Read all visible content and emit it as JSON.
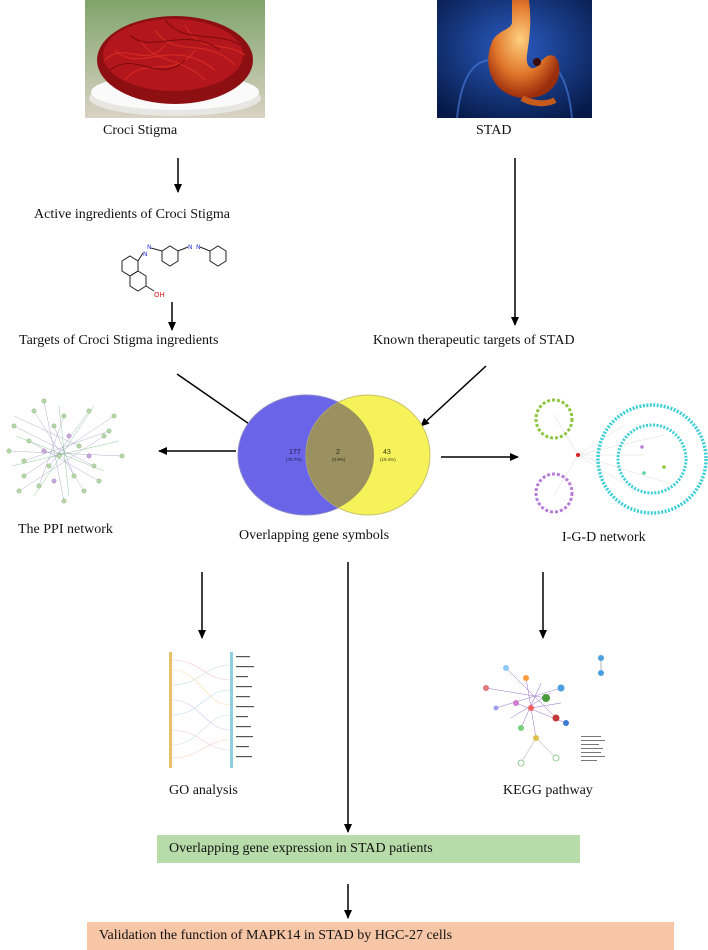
{
  "nodes": {
    "croci_stigma": "Croci Stigma",
    "stad": "STAD",
    "active_ingredients": "Active ingredients of Croci Stigma",
    "targets_ingredients": "Targets of Croci Stigma ingredients",
    "known_targets": "Known therapeutic targets of STAD",
    "ppi_network": "The PPI network",
    "overlapping_symbols": "Overlapping gene symbols",
    "igd_network": "I-G-D network",
    "go_analysis": "GO analysis",
    "kegg_pathway": "KEGG pathway",
    "expression_box": "Overlapping gene expression in STAD patients",
    "validation_box": "Validation the function of MAPK14 in STAD by HGC-27 cells"
  },
  "venn": {
    "left_count": "177",
    "left_pct": "(79.7%)",
    "overlap_count": "2",
    "overlap_pct": "(0.9%)",
    "right_count": "43",
    "right_pct": "(19.4%)"
  },
  "molecule": {
    "oh_label": "OH",
    "n_labels": [
      "N",
      "N",
      "N",
      "N"
    ]
  },
  "colors": {
    "venn_left": "#6a64e8",
    "venn_right": "#f6f25a",
    "venn_overlap": "#9a9060",
    "expression_box_bg": "#b7dcaa",
    "validation_box_bg": "#f6c6a6",
    "saffron": "#b3161c",
    "stomach": "#e0762a",
    "body_bg": "#0d2a66"
  }
}
